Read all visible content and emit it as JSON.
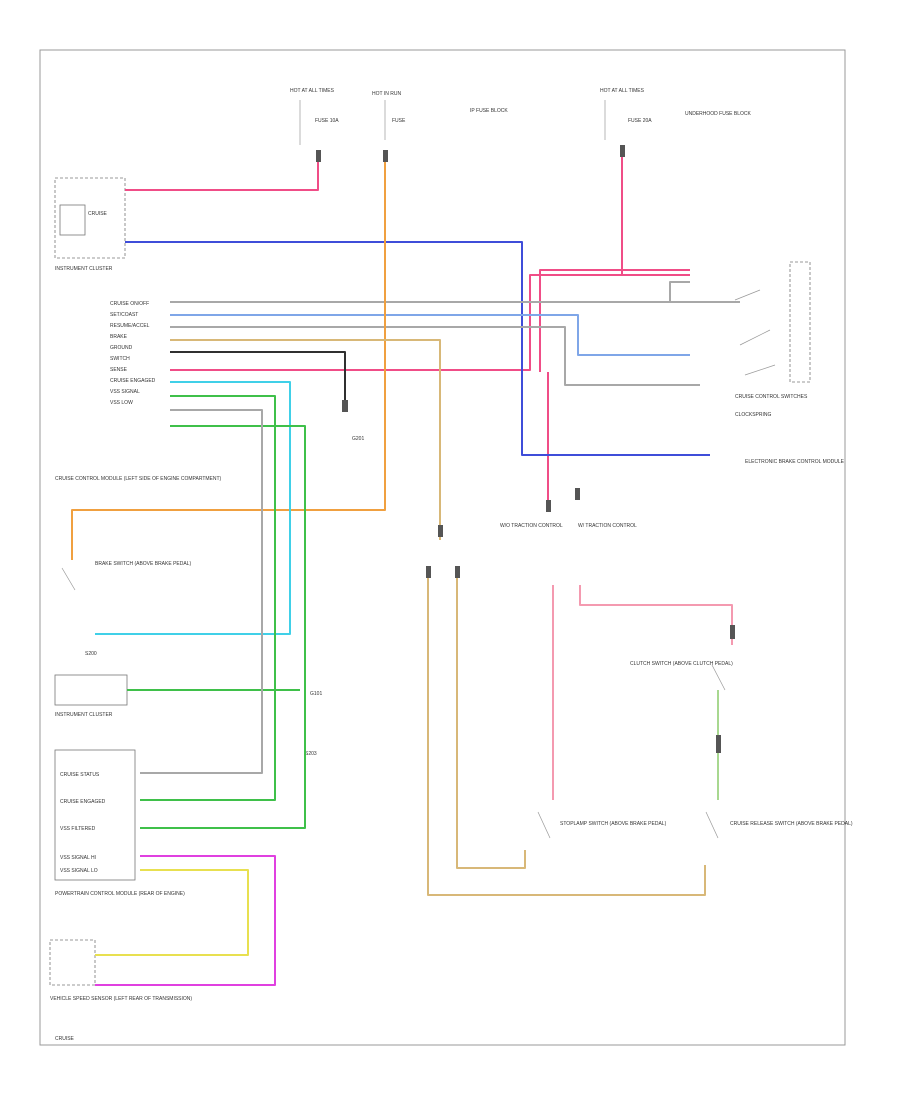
{
  "labels": {
    "power_left_header": "HOT AT ALL TIMES",
    "fuse_left": "FUSE 10A",
    "power_mid_header": "HOT IN RUN",
    "fuse_mid": "FUSE",
    "power_mid_side": "IP FUSE BLOCK",
    "power_right_header": "HOT AT ALL TIMES",
    "fuse_right": "FUSE 20A",
    "power_right_side": "UNDERHOOD FUSE BLOCK",
    "instr_cluster_top": "INSTRUMENT CLUSTER",
    "cruise_indicator": "CRUISE",
    "clock_spring": "CLOCKSPRING",
    "cruise_switches": "CRUISE CONTROL SWITCHES",
    "ground_g1": "G101",
    "cruise_module": "CRUISE CONTROL MODULE (LEFT SIDE OF ENGINE COMPARTMENT)",
    "brake_switch_left": "BRAKE SWITCH (ABOVE BRAKE PEDAL)",
    "splice_left": "S200",
    "instr_cluster_bottom": "INSTRUMENT CLUSTER",
    "ground_g2": "G201",
    "splice_mid": "S203",
    "pcm": "POWERTRAIN CONTROL MODULE (REAR OF ENGINE)",
    "vss": "VEHICLE SPEED SENSOR (LEFT REAR OF TRANSMISSION)",
    "electronic_brake": "ELECTRONIC BRAKE CONTROL MODULE",
    "switch_left_right": "W/O TRACTION CONTROL",
    "switch_right": "W/ TRACTION CONTROL",
    "clutch_switch": "CLUTCH SWITCH (ABOVE CLUTCH PEDAL)",
    "brake_switch_right_a": "STOPLAMP SWITCH (ABOVE BRAKE PEDAL)",
    "brake_switch_right_b": "CRUISE RELEASE SWITCH (ABOVE BRAKE PEDAL)",
    "footer": "CRUISE"
  },
  "module_pins": [
    "CRUISE ON/OFF",
    "SET/COAST",
    "RESUME/ACCEL",
    "BRAKE",
    "GROUND",
    "SWITCH",
    "SENSE",
    "CRUISE ENGAGED",
    "VSS SIGNAL",
    "VSS LOW"
  ],
  "pcm_pins": [
    "CRUISE STATUS",
    "CRUISE ENGAGED",
    "VSS FILTERED",
    "VSS SIGNAL HI",
    "VSS SIGNAL LO"
  ],
  "colors": {
    "pink": "#f04d87",
    "blue": "#3f4dd9",
    "lightblue": "#7fa6e8",
    "orange": "#f0a040",
    "tan": "#d8b878",
    "black": "#303030",
    "cyan": "#40d0e8",
    "green": "#3fc04a",
    "lightgreen": "#a8d890",
    "grey": "#a8a8a8",
    "yellow": "#e8e050",
    "magenta": "#e040e0",
    "lightpink": "#f49ab0"
  }
}
